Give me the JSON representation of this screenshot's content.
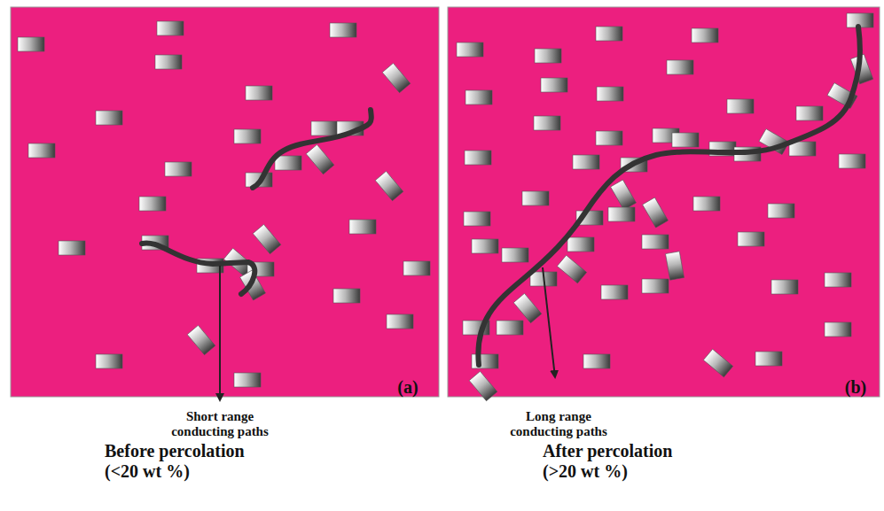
{
  "diagram": {
    "labels": [
      "Short range conducting paths",
      "Before percolation (<20 wt %)",
      "(a)",
      "Long range conducting paths",
      "After percolation (>20 wt %)",
      "(b)"
    ]
  }
}
